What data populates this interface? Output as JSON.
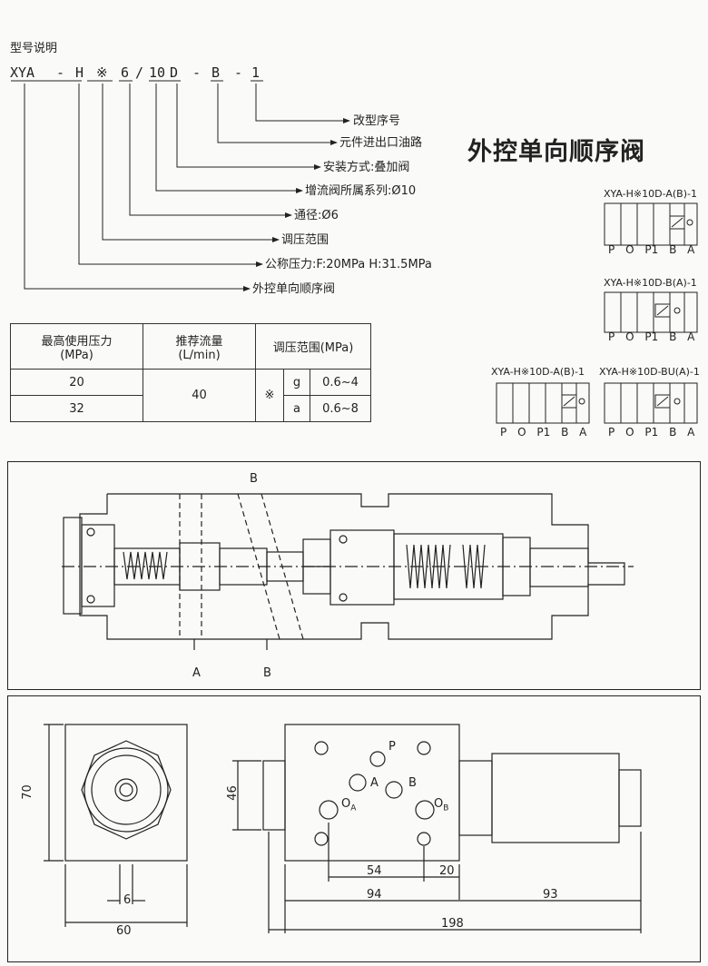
{
  "header": {
    "model_title": "型号说明",
    "main_title": "外控单向顺序阀"
  },
  "model_code": [
    "XYA",
    "-",
    "H",
    "※",
    "6",
    "/",
    "10",
    "D",
    "-",
    "B",
    "-",
    "1"
  ],
  "model_explanations": [
    "改型序号",
    "元件进出口油路",
    "安装方式:叠加阀",
    "增流阀所属系列:Ø10",
    "通径:Ø6",
    "调压范围",
    "公称压力:F:20MPa   H:31.5MPa",
    "外控单向顺序阀"
  ],
  "spec_table": {
    "headers": [
      "最高使用压力\n(MPa)",
      "推荐流量\n(L/min)",
      "调压范围(MPa)"
    ],
    "pressures": [
      "20",
      "32"
    ],
    "flow": "40",
    "mark": "※",
    "ranges": [
      {
        "code": "g",
        "range": "0.6~4"
      },
      {
        "code": "a",
        "range": "0.6~8"
      }
    ]
  },
  "symbols": [
    {
      "label": "XYA-H※10D-A(B)-1",
      "ports": [
        "P",
        "O",
        "P1",
        "B",
        "A"
      ]
    },
    {
      "label": "XYA-H※10D-B(A)-1",
      "ports": [
        "P",
        "O",
        "P1",
        "B",
        "A"
      ]
    },
    {
      "label": "XYA-H※10D-A(B)-1",
      "ports": [
        "P",
        "O",
        "P1",
        "B",
        "A"
      ]
    },
    {
      "label": "XYA-H※10D-BU(A)-1",
      "ports": [
        "P",
        "O",
        "P1",
        "B",
        "A"
      ]
    }
  ],
  "section_view": {
    "port_top": "B",
    "port_bottom_a": "A",
    "port_bottom_b": "B"
  },
  "dimensions": {
    "side_height": "70",
    "side_width": "60",
    "side_hole": "6",
    "body_height": "46",
    "w54": "54",
    "w20": "20",
    "w94": "94",
    "w93": "93",
    "w198": "198",
    "port_p": "P",
    "port_a": "A",
    "port_b": "B",
    "port_oa": "O",
    "port_oa_sub": "A",
    "port_ob": "O",
    "port_ob_sub": "B"
  }
}
